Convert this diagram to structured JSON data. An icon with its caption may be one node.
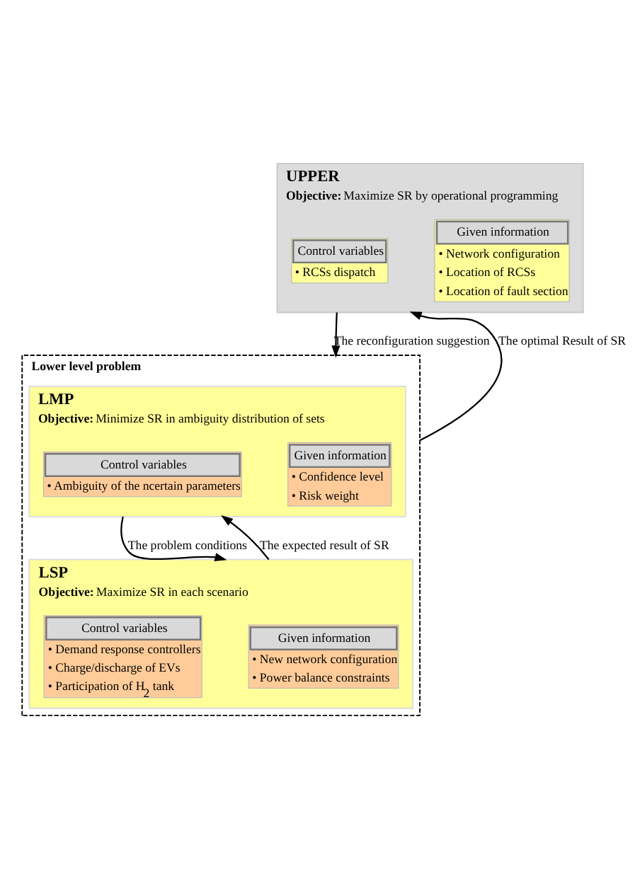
{
  "diagram": {
    "nodes": [
      {
        "text": [
          "UPPER",
          "**Objective:** Maximize SR by operational programming"
        ]
      },
      {
        "text": [
          "Given information",
          "• Network configuration",
          "• Location of RCSs",
          "• Location of fault section"
        ],
        "in": 0
      },
      {
        "text": [
          "Control variables",
          "• RCSs dispatch"
        ],
        "in": 0
      },
      {
        "text": [
          "Lower level problem"
        ]
      },
      {
        "text": [
          "LMP",
          "**Objective:** Minimize SR in ambiguity distribution of sets"
        ],
        "in": 3
      },
      {
        "text": [
          "Given information",
          "• Confidence level",
          "• Risk weight"
        ],
        "in": 4
      },
      {
        "text": [
          "Control variables",
          "• Ambiguity of the ncertain parameters"
        ],
        "in": 4
      },
      {
        "text": [
          "LSP",
          "**Objective:** Maximize SR in each scenario"
        ],
        "in": 3
      },
      {
        "text": [
          "Given information",
          "• New network configuration",
          "• Power balance constraints"
        ],
        "in": 7
      },
      {
        "text": [
          "Control variables",
          "• Demand response controllers",
          "• Charge/discharge of EVs",
          "• Participation of H$_{2}$ tank"
        ],
        "in": 7
      }
    ],
    "edges": [
      {
        "from": 0,
        "to": 3,
        "arrow": "to",
        "label": "The reconfiguration suggestion"
      },
      {
        "from": 3,
        "to": 0,
        "arrow": "to",
        "label": "The optimal Result of SR"
      },
      {
        "from": 4,
        "to": 7,
        "arrow": "to",
        "label": "The problem conditions"
      },
      {
        "from": 7,
        "to": 4,
        "arrow": "to",
        "label": "The expected result of SR"
      }
    ]
  }
}
